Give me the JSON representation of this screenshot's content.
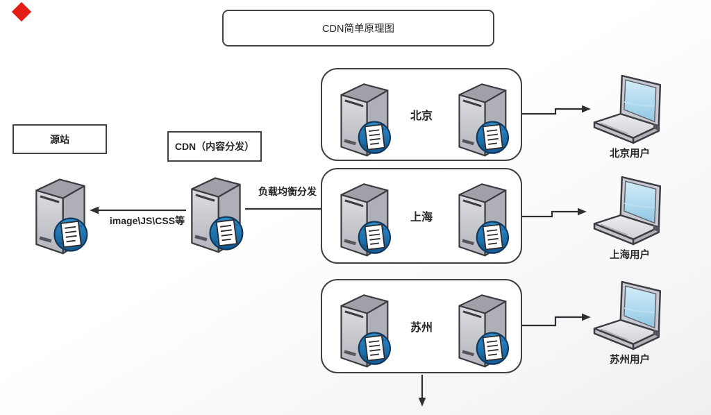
{
  "title": "CDN简单原理图",
  "origin": {
    "label": "源站"
  },
  "cdn": {
    "label": "CDN（内容分发）"
  },
  "edges": {
    "to_origin_label": "image\\JS\\CSS等",
    "load_balance_label": "负载均衡分发"
  },
  "clusters": [
    {
      "city": "北京",
      "user": "北京用户"
    },
    {
      "city": "上海",
      "user": "上海用户"
    },
    {
      "city": "苏州",
      "user": "苏州用户"
    }
  ],
  "icons": {
    "server": "tower-server-with-document-globe",
    "laptop": "open-laptop"
  },
  "colors": {
    "line": "#3a3a3f",
    "box_border": "#434347",
    "accent_blue": "#1d71ad",
    "screen_blue": "#a9d6ec",
    "marker_red": "#e41d17",
    "text": "#242426"
  }
}
